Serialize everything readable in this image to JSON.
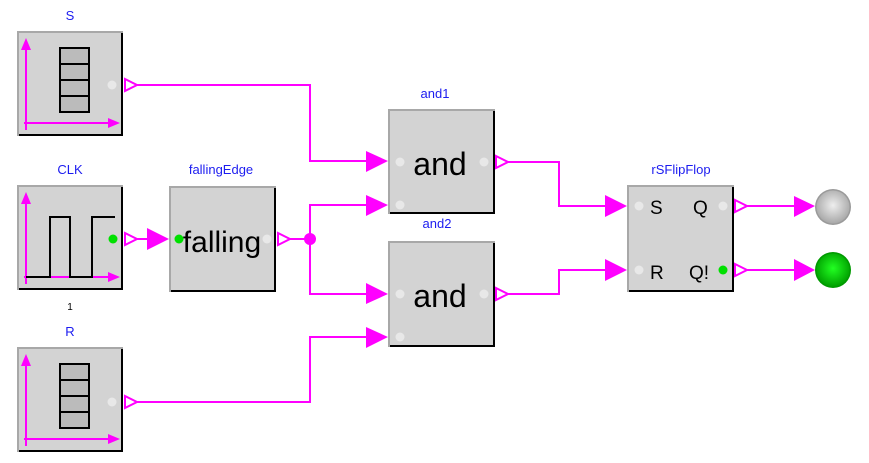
{
  "diagram": {
    "type": "modelica-logic-diagram",
    "colors": {
      "wire": "#ff00ff",
      "label": "#1c1cf0",
      "block_fill": "#d3d3d3",
      "lamp_on": "#00e000",
      "lamp_off": "#d8d8d8",
      "port_active": "#00e000",
      "port_idle": "#e8e8e8"
    },
    "blocks": {
      "S": {
        "name": "S",
        "kind": "table-source",
        "icon": "table-icon"
      },
      "CLK": {
        "name": "CLK",
        "kind": "clock-source",
        "icon": "square-wave-icon",
        "parameter": "1"
      },
      "R": {
        "name": "R",
        "kind": "table-source",
        "icon": "table-icon"
      },
      "fallingEdge": {
        "name": "fallingEdge",
        "text": "falling"
      },
      "and1": {
        "name": "and1",
        "text": "and"
      },
      "and2": {
        "name": "and2",
        "text": "and"
      },
      "rSFlipFlop": {
        "name": "rSFlipFlop",
        "ports": {
          "S": "S",
          "R": "R",
          "Q": "Q",
          "Qn": "Q!"
        }
      }
    },
    "outputs": [
      {
        "name": "lamp-Q",
        "state": "off"
      },
      {
        "name": "lamp-Qn",
        "state": "on"
      }
    ],
    "connections": [
      {
        "from": "S.y",
        "to": "and1.u1"
      },
      {
        "from": "CLK.y",
        "to": "fallingEdge.u"
      },
      {
        "from": "fallingEdge.y",
        "to": "and1.u2"
      },
      {
        "from": "fallingEdge.y",
        "to": "and2.u1"
      },
      {
        "from": "R.y",
        "to": "and2.u2"
      },
      {
        "from": "and1.y",
        "to": "rSFlipFlop.S"
      },
      {
        "from": "and2.y",
        "to": "rSFlipFlop.R"
      },
      {
        "from": "rSFlipFlop.Q",
        "to": "lamp-Q"
      },
      {
        "from": "rSFlipFlop.Qn",
        "to": "lamp-Qn"
      }
    ]
  }
}
